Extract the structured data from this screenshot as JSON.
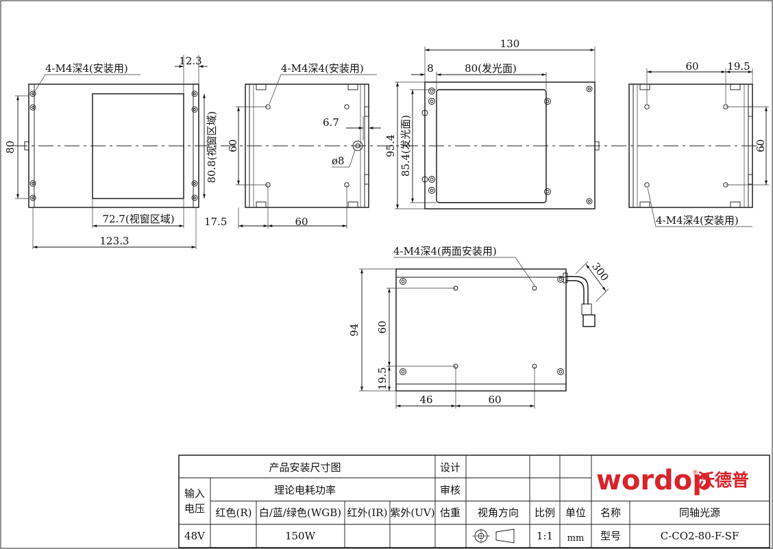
{
  "views": {
    "front": {
      "mount_note": "4-M4深4(安装用)",
      "dim_top": "12.3",
      "dim_height": "80",
      "dim_window_h": "80.8(视窗区域)",
      "dim_window_w": "72.7(视窗区域)",
      "dim_width": "123.3"
    },
    "left": {
      "mount_note": "4-M4深4(安装用)",
      "dim_offset": "6.7",
      "dim_height": "60",
      "dim_hole": "ø8",
      "dim_left": "17.5",
      "dim_width": "60"
    },
    "center": {
      "dim_total": "130",
      "dim_left": "8",
      "dim_emit_w": "80(发光面)",
      "dim_height": "95.4",
      "dim_emit_h": "85.4(发光面)"
    },
    "right": {
      "dim_width": "60",
      "dim_right": "19.5",
      "dim_height": "60",
      "mount_note": "4-M4深4(安装用)"
    },
    "bottom": {
      "mount_note": "4-M4深4(两面安装用)",
      "dim_cable": "300",
      "dim_height": "94",
      "dim_holes_v": "60",
      "dim_bottom": "19.5",
      "dim_left": "46",
      "dim_holes_h": "60"
    }
  },
  "title_block": {
    "drawing_title": "产品安装尺寸图",
    "design_label": "设计",
    "review_label": "审核",
    "estimate_label": "估重",
    "input_voltage_label": "输入电压",
    "input_voltage_line1": "输入",
    "input_voltage_line2": "电压",
    "power_label": "理论电耗功率",
    "red": "红色(R)",
    "white": "白/蓝/绿色(WGB)",
    "ir": "红外(IR)",
    "uv": "紫外(UV)",
    "voltage": "48V",
    "power": "150W",
    "view_dir_label": "视角方向",
    "scale_label": "比例",
    "scale": "1:1",
    "unit_label": "单位",
    "unit": "mm",
    "name_label": "名称",
    "name": "同轴光源",
    "model_label": "型号",
    "model": "C-CO2-80-F-SF",
    "brand_latin": "wordop",
    "brand_cn": "沃德普",
    "brand_mark": "®"
  },
  "colors": {
    "line": "#111111",
    "brand": "#d8232a"
  }
}
